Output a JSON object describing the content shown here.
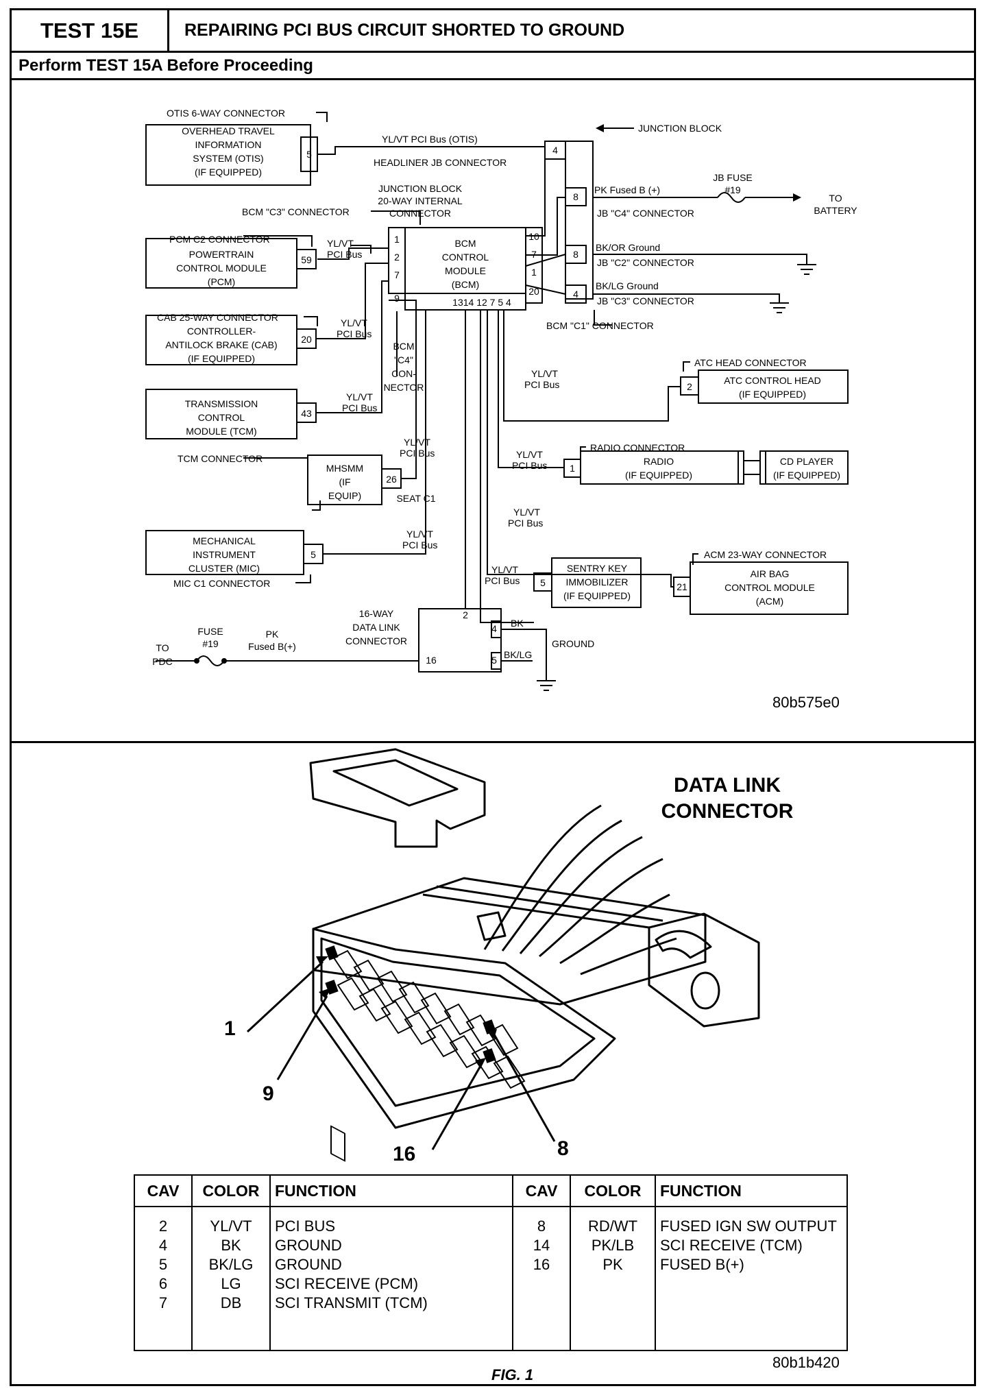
{
  "header": {
    "test_id": "TEST 15E",
    "title": "REPAIRING PCI BUS CIRCUIT SHORTED TO GROUND",
    "subtitle": "Perform TEST 15A Before Proceeding"
  },
  "schematic": {
    "labels": {
      "otis_conn": "OTIS 6-WAY CONNECTOR",
      "otis_l1": "OVERHEAD TRAVEL",
      "otis_l2": "INFORMATION",
      "otis_l3": "SYSTEM (OTIS)",
      "otis_l4": "(IF EQUIPPED)",
      "otis_pin": "5",
      "otis_wire": "YL/VT PCI Bus (OTIS)",
      "headliner": "HEADLINER JB CONNECTOR",
      "jb_pin4": "4",
      "junction_block": "JUNCTION BLOCK",
      "jb_fuse": "JB FUSE",
      "fuse19a": "#19",
      "pk_fused": "PK Fused B (+)",
      "to": "TO",
      "battery": "BATTERY",
      "jb_pin8a": "8",
      "jb_c4": "JB \"C4\" CONNECTOR",
      "bcm_c3": "BCM \"C3\" CONNECTOR",
      "jb20_l1": "JUNCTION BLOCK",
      "jb20_l2": "20-WAY INTERNAL",
      "jb20_l3": "CONNECTOR",
      "bcm_l1": "BCM",
      "bcm_l2": "CONTROL",
      "bcm_l3": "MODULE",
      "bcm_l4": "(BCM)",
      "bcm_p1": "1",
      "bcm_p2": "2",
      "bcm_p7": "7",
      "bcm_p9": "9",
      "bcm_p10": "10",
      "bcm_p7r": "7",
      "bcm_p1r": "1",
      "bcm_p20": "20",
      "bcm_bottom": "1314 12 7 5 4",
      "bk_or": "BK/OR Ground",
      "jb_pin8b": "8",
      "jb_c2": "JB \"C2\" CONNECTOR",
      "bk_lg": "BK/LG Ground",
      "jb_pin4b": "4",
      "jb_c3": "JB \"C3\" CONNECTOR",
      "bcm_c1": "BCM \"C1\" CONNECTOR",
      "pcm_conn": "PCM C2 CONNECTOR",
      "pcm_l1": "POWERTRAIN",
      "pcm_l2": "CONTROL MODULE",
      "pcm_l3": "(PCM)",
      "pcm_pin": "59",
      "ylvt": "YL/VT",
      "pcibus": "PCI Bus",
      "cab_conn": "CAB 25-WAY CONNECTOR",
      "cab_l1": "CONTROLLER-",
      "cab_l2": "ANTILOCK BRAKE (CAB)",
      "cab_l3": "(IF EQUIPPED)",
      "cab_pin": "20",
      "c4_l1": "BCM",
      "c4_l2": "\"C4\"",
      "c4_l3": "CON-",
      "c4_l4": "NECTOR",
      "tcm_l1": "TRANSMISSION",
      "tcm_l2": "CONTROL",
      "tcm_l3": "MODULE (TCM)",
      "tcm_pin": "43",
      "tcm_conn": "TCM CONNECTOR",
      "mh_l1": "MHSMM",
      "mh_l2": "(IF",
      "mh_l3": "EQUIP)",
      "mh_pin": "26",
      "seat": "SEAT C1",
      "mic_l1": "MECHANICAL",
      "mic_l2": "INSTRUMENT",
      "mic_l3": "CLUSTER (MIC)",
      "mic_pin": "5",
      "mic_conn": "MIC C1 CONNECTOR",
      "atc_conn": "ATC HEAD CONNECTOR",
      "atc_l1": "ATC CONTROL HEAD",
      "atc_l2": "(IF EQUIPPED)",
      "atc_pin": "2",
      "radio_conn": "RADIO CONNECTOR",
      "radio_l1": "RADIO",
      "radio_l2": "(IF EQUIPPED)",
      "radio_pin": "1",
      "cd_l1": "CD PLAYER",
      "cd_l2": "(IF EQUIPPED)",
      "skim_l1": "SENTRY KEY",
      "skim_l2": "IMMOBILIZER",
      "skim_l3": "(IF EQUIPPED)",
      "skim_pin": "5",
      "acm_conn": "ACM 23-WAY CONNECTOR",
      "acm_l1": "AIR BAG",
      "acm_l2": "CONTROL MODULE",
      "acm_l3": "(ACM)",
      "acm_pin": "21",
      "dlc_l1": "16-WAY",
      "dlc_l2": "DATA LINK",
      "dlc_l3": "CONNECTOR",
      "dlc_p2": "2",
      "dlc_p4": "4",
      "dlc_p5": "5",
      "dlc_p16": "16",
      "bk": "BK",
      "bklg": "BK/LG",
      "ground": "GROUND",
      "to_l": "TO",
      "pdc": "PDC",
      "fuse": "FUSE",
      "fuse19b": "#19",
      "pk": "PK",
      "fusedb": "Fused B(+)"
    }
  },
  "codes": {
    "schematic": "80b575e0",
    "connector": "80b1b420"
  },
  "connector_figure": {
    "title_l1": "DATA LINK",
    "title_l2": "CONNECTOR",
    "callout_1": "1",
    "callout_9": "9",
    "callout_16": "16",
    "callout_8": "8"
  },
  "table": {
    "headers": [
      "CAV",
      "COLOR",
      "FUNCTION",
      "CAV",
      "COLOR",
      "FUNCTION"
    ],
    "left": [
      [
        "2",
        "YL/VT",
        "PCI BUS"
      ],
      [
        "4",
        "BK",
        "GROUND"
      ],
      [
        "5",
        "BK/LG",
        "GROUND"
      ],
      [
        "6",
        "LG",
        "SCI RECEIVE (PCM)"
      ],
      [
        "7",
        "DB",
        "SCI TRANSMIT (TCM)"
      ]
    ],
    "right": [
      [
        "8",
        "RD/WT",
        "FUSED IGN SW OUTPUT"
      ],
      [
        "14",
        "PK/LB",
        "SCI RECEIVE (TCM)"
      ],
      [
        "16",
        "PK",
        "FUSED B(+)"
      ]
    ]
  },
  "figure_caption": "FIG. 1"
}
